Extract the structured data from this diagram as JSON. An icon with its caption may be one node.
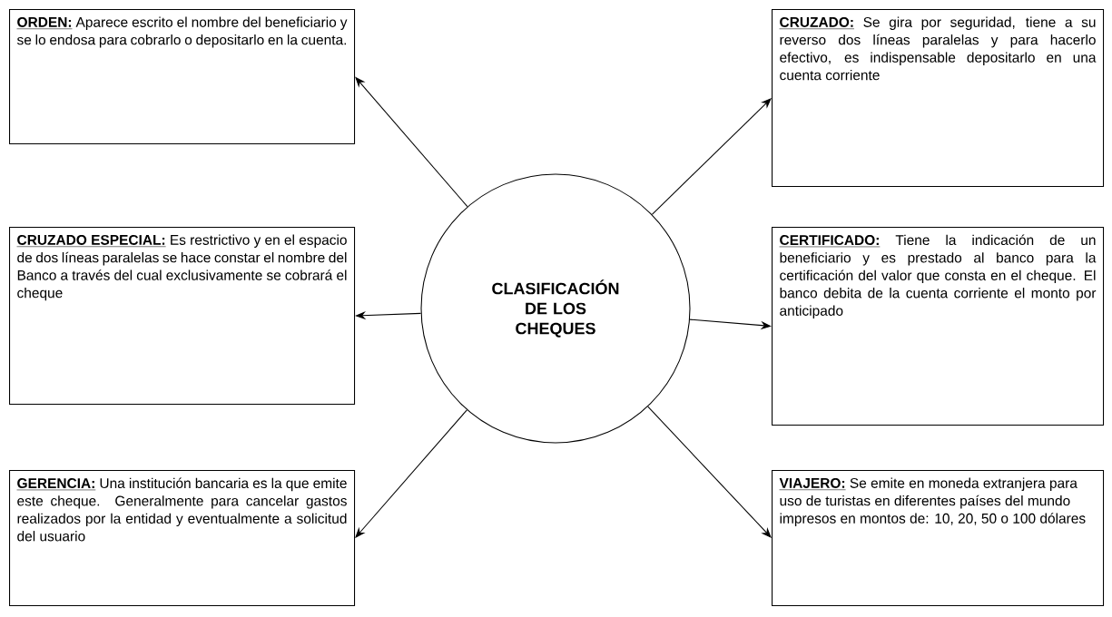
{
  "diagram": {
    "nodes": [
      {
        "text": [
          "ORDEN:",
          "Aparece escrito el nombre del beneficiario y se lo endosa para cobrarlo o depositarlo en la cuenta."
        ]
      },
      {
        "text": [
          "CRUZADO:",
          "Se gira por seguridad, tiene a su reverso dos líneas paralelas y para hacerlo efectivo, es indispensable depositarlo en una cuenta corriente"
        ]
      },
      {
        "text": [
          "CRUZADO ESPECIAL:",
          "Es restrictivo y en el espacio de dos líneas paralelas se hace constar el nombre del Banco a través del cual exclusivamente se cobrará el cheque"
        ]
      },
      {
        "text": [
          "CLASIFICACIÓN DE LOS CHEQUES"
        ]
      },
      {
        "text": [
          "CERTIFICADO:",
          "Tiene la indicación de un beneficiario y es prestado al banco para la certificación del valor que consta en el cheque. El banco debita de la cuenta corriente el monto por anticipado"
        ]
      },
      {
        "text": [
          "GERENCIA:",
          "Una institución bancaria es la que emite este cheque. Generalmente para cancelar gastos realizados por la entidad y eventualmente a solicitud del usuario"
        ]
      },
      {
        "text": [
          "VIAJERO:",
          "Se emite en moneda extranjera para uso de turistas en diferentes países del mundo impresos en montos de: 10, 20, 50 o 100 dólares"
        ]
      }
    ],
    "edges": [
      {
        "from": 3,
        "to": 0,
        "arrow": "to"
      },
      {
        "from": 3,
        "to": 1,
        "arrow": "to"
      },
      {
        "from": 3,
        "to": 2,
        "arrow": "to"
      },
      {
        "from": 3,
        "to": 4,
        "arrow": "to"
      },
      {
        "from": 3,
        "to": 5,
        "arrow": "to"
      },
      {
        "from": 3,
        "to": 6,
        "arrow": "to"
      }
    ]
  }
}
